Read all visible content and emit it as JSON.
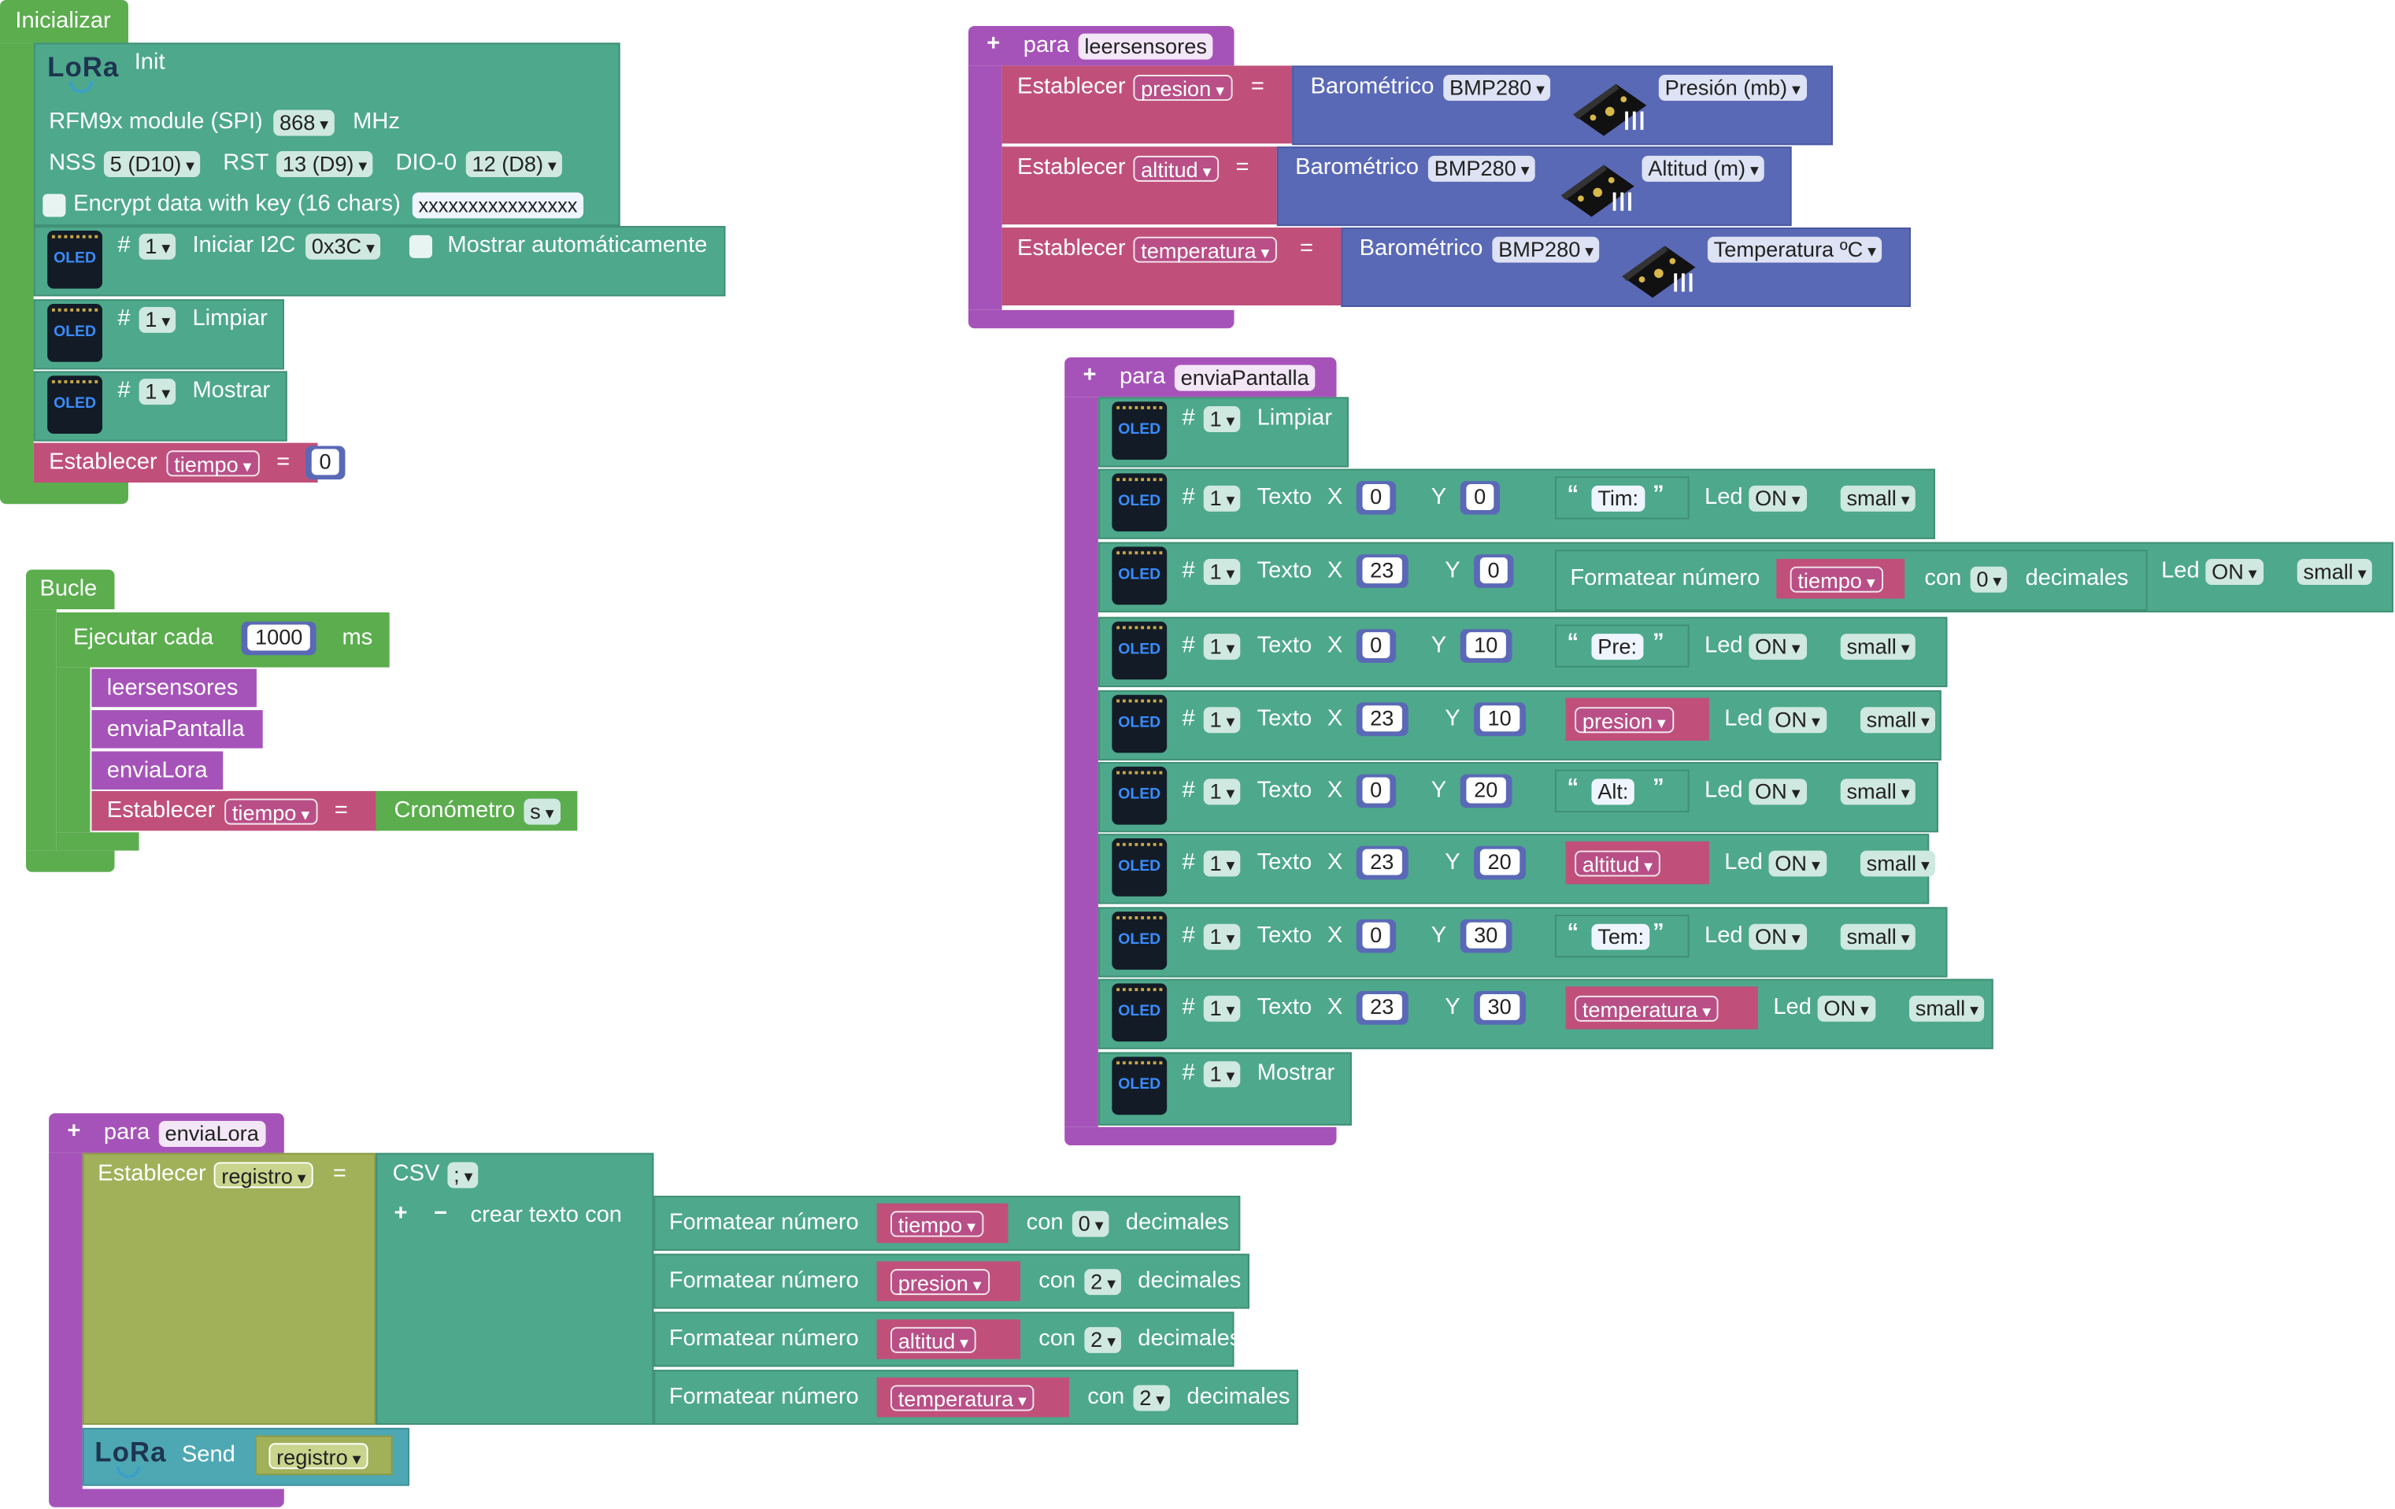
{
  "inicializar": {
    "hat": "Inicializar",
    "lora_init": {
      "logo": "LoRa",
      "label": "Init",
      "module_label": "RFM9x module (SPI)",
      "freq": "868",
      "freq_unit": "MHz",
      "nss_label": "NSS",
      "nss": "5 (D10)",
      "rst_label": "RST",
      "rst": "13 (D9)",
      "dio_label": "DIO-0",
      "dio": "12 (D8)",
      "encrypt_label": "Encrypt data with key (16 chars)",
      "key": "xxxxxxxxxxxxxxxx"
    },
    "oled_init": {
      "hash": "#",
      "num": "1",
      "label": "Iniciar I2C",
      "addr": "0x3C",
      "auto_label": "Mostrar automáticamente"
    },
    "oled_clear": {
      "hash": "#",
      "num": "1",
      "label": "Limpiar"
    },
    "oled_show": {
      "hash": "#",
      "num": "1",
      "label": "Mostrar"
    },
    "set_tiempo": {
      "label": "Establecer",
      "var": "tiempo",
      "eq": "=",
      "value": "0"
    }
  },
  "bucle": {
    "hat": "Bucle",
    "every": {
      "label": "Ejecutar cada",
      "value": "1000",
      "unit": "ms"
    },
    "calls": [
      "leersensores",
      "enviaPantalla",
      "enviaLora"
    ],
    "set": {
      "label": "Establecer",
      "var": "tiempo",
      "eq": "=",
      "fn": "Cronómetro",
      "unit": "s"
    }
  },
  "leersensores": {
    "plus": "+",
    "para": "para",
    "name": "leersensores",
    "rows": [
      {
        "label": "Establecer",
        "var": "presion",
        "eq": "=",
        "sensor": "Barométrico",
        "chip": "BMP280",
        "reading": "Presión (mb)"
      },
      {
        "label": "Establecer",
        "var": "altitud",
        "eq": "=",
        "sensor": "Barométrico",
        "chip": "BMP280",
        "reading": "Altitud (m)"
      },
      {
        "label": "Establecer",
        "var": "temperatura",
        "eq": "=",
        "sensor": "Barométrico",
        "chip": "BMP280",
        "reading": "Temperatura ºC"
      }
    ]
  },
  "enviaPantalla": {
    "plus": "+",
    "para": "para",
    "name": "enviaPantalla",
    "hash": "#",
    "num": "1",
    "clear": "Limpiar",
    "show": "Mostrar",
    "texto": "Texto",
    "xl": "X",
    "yl": "Y",
    "led": "Led",
    "on": "ON",
    "size": "small",
    "fmt_label": "Formatear número",
    "con": "con",
    "dec": "0",
    "decimales": "decimales",
    "rows": [
      {
        "x": "0",
        "y": "0",
        "val": "Tim:",
        "kind": "text"
      },
      {
        "x": "23",
        "y": "0",
        "val": "tiempo",
        "kind": "fmt"
      },
      {
        "x": "0",
        "y": "10",
        "val": "Pre:",
        "kind": "text"
      },
      {
        "x": "23",
        "y": "10",
        "val": "presion",
        "kind": "var"
      },
      {
        "x": "0",
        "y": "20",
        "val": "Alt:",
        "kind": "text"
      },
      {
        "x": "23",
        "y": "20",
        "val": "altitud",
        "kind": "var"
      },
      {
        "x": "0",
        "y": "30",
        "val": "Tem:",
        "kind": "text"
      },
      {
        "x": "23",
        "y": "30",
        "val": "temperatura",
        "kind": "var"
      }
    ]
  },
  "enviaLora": {
    "plus": "+",
    "para": "para",
    "name": "enviaLora",
    "set_label": "Establecer",
    "var": "registro",
    "eq": "=",
    "csv": "CSV",
    "sep": ";",
    "plus2": "+",
    "minus": "−",
    "join": "crear texto con",
    "fmt_label": "Formatear número",
    "con": "con",
    "decimales": "decimales",
    "items": [
      {
        "var": "tiempo",
        "dec": "0"
      },
      {
        "var": "presion",
        "dec": "2"
      },
      {
        "var": "altitud",
        "dec": "2"
      },
      {
        "var": "temperatura",
        "dec": "2"
      }
    ],
    "send": {
      "logo": "LoRa",
      "label": "Send",
      "var": "registro"
    }
  }
}
